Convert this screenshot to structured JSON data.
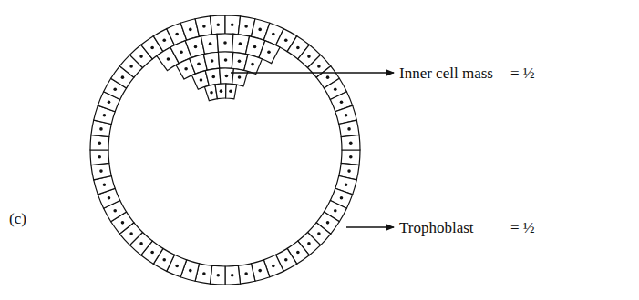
{
  "diagram": {
    "labels": [
      "(c)",
      "Inner cell mass",
      "= ½",
      "Trophoblast",
      "= ½"
    ]
  }
}
